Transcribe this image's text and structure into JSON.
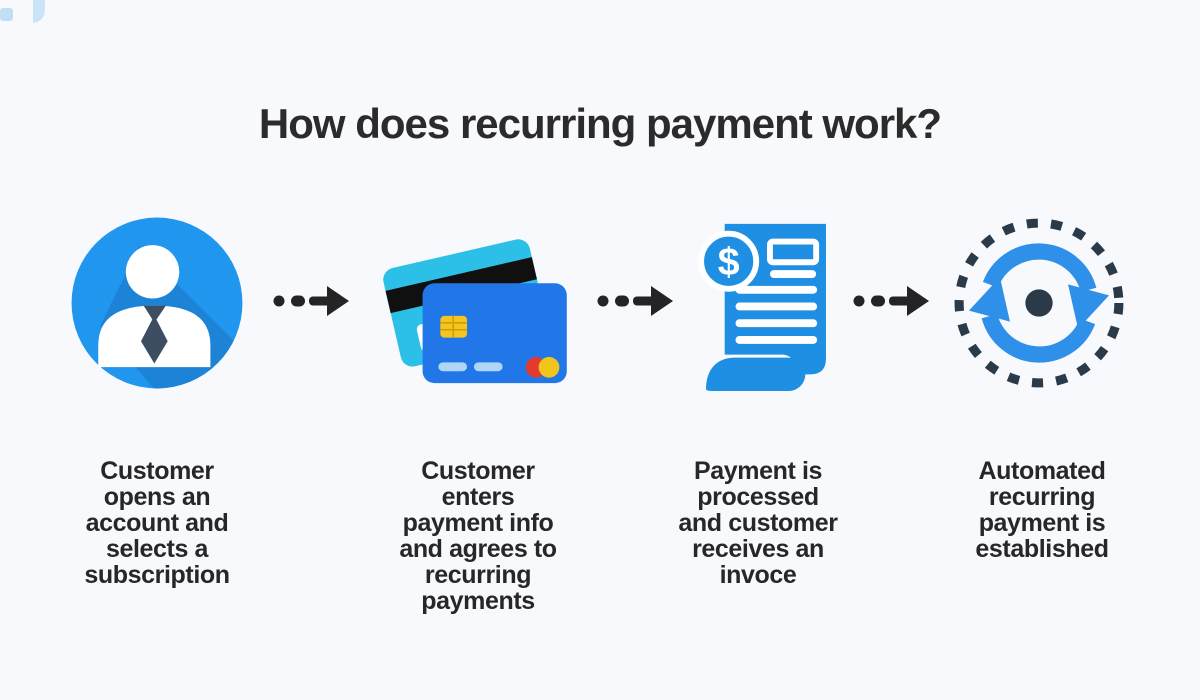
{
  "title": "How does recurring payment work?",
  "steps": [
    {
      "icon": "customer-account-icon",
      "text": "Customer\nopens an\naccount and\nselects a\nsubscription"
    },
    {
      "icon": "payment-cards-icon",
      "text": "Customer\nenters\npayment info\nand agrees to\nrecurring\npayments"
    },
    {
      "icon": "invoice-icon",
      "text": "Payment is\nprocessed\nand customer\nreceives an\ninvoce"
    },
    {
      "icon": "recurring-payment-icon",
      "text": "Automated\nrecurring\npayment is\nestablished"
    }
  ],
  "connector_icon": "dotted-arrow-icon",
  "invoice_dollar_glyph": "$",
  "colors": {
    "background": "#f7f9fc",
    "title_text": "#2b2b2b",
    "step_text": "#272727",
    "connector": "#242424",
    "primary_blue": "#2196ee",
    "shadow_blue": "#1d83d6",
    "tie_navy": "#3d4e63",
    "card_front_blue": "#2277e8",
    "card_back_cyan": "#2cc0e8",
    "card_stripe_black": "#101010",
    "chip_gold": "#f6c51d",
    "pill_light_blue": "#aed7f7",
    "circle_red": "#e33b30",
    "circle_yellow": "#f2c51d",
    "invoice_blue": "#1e8fe2",
    "recur_dark": "#2b3a48",
    "recur_blue": "#2e90e9"
  }
}
